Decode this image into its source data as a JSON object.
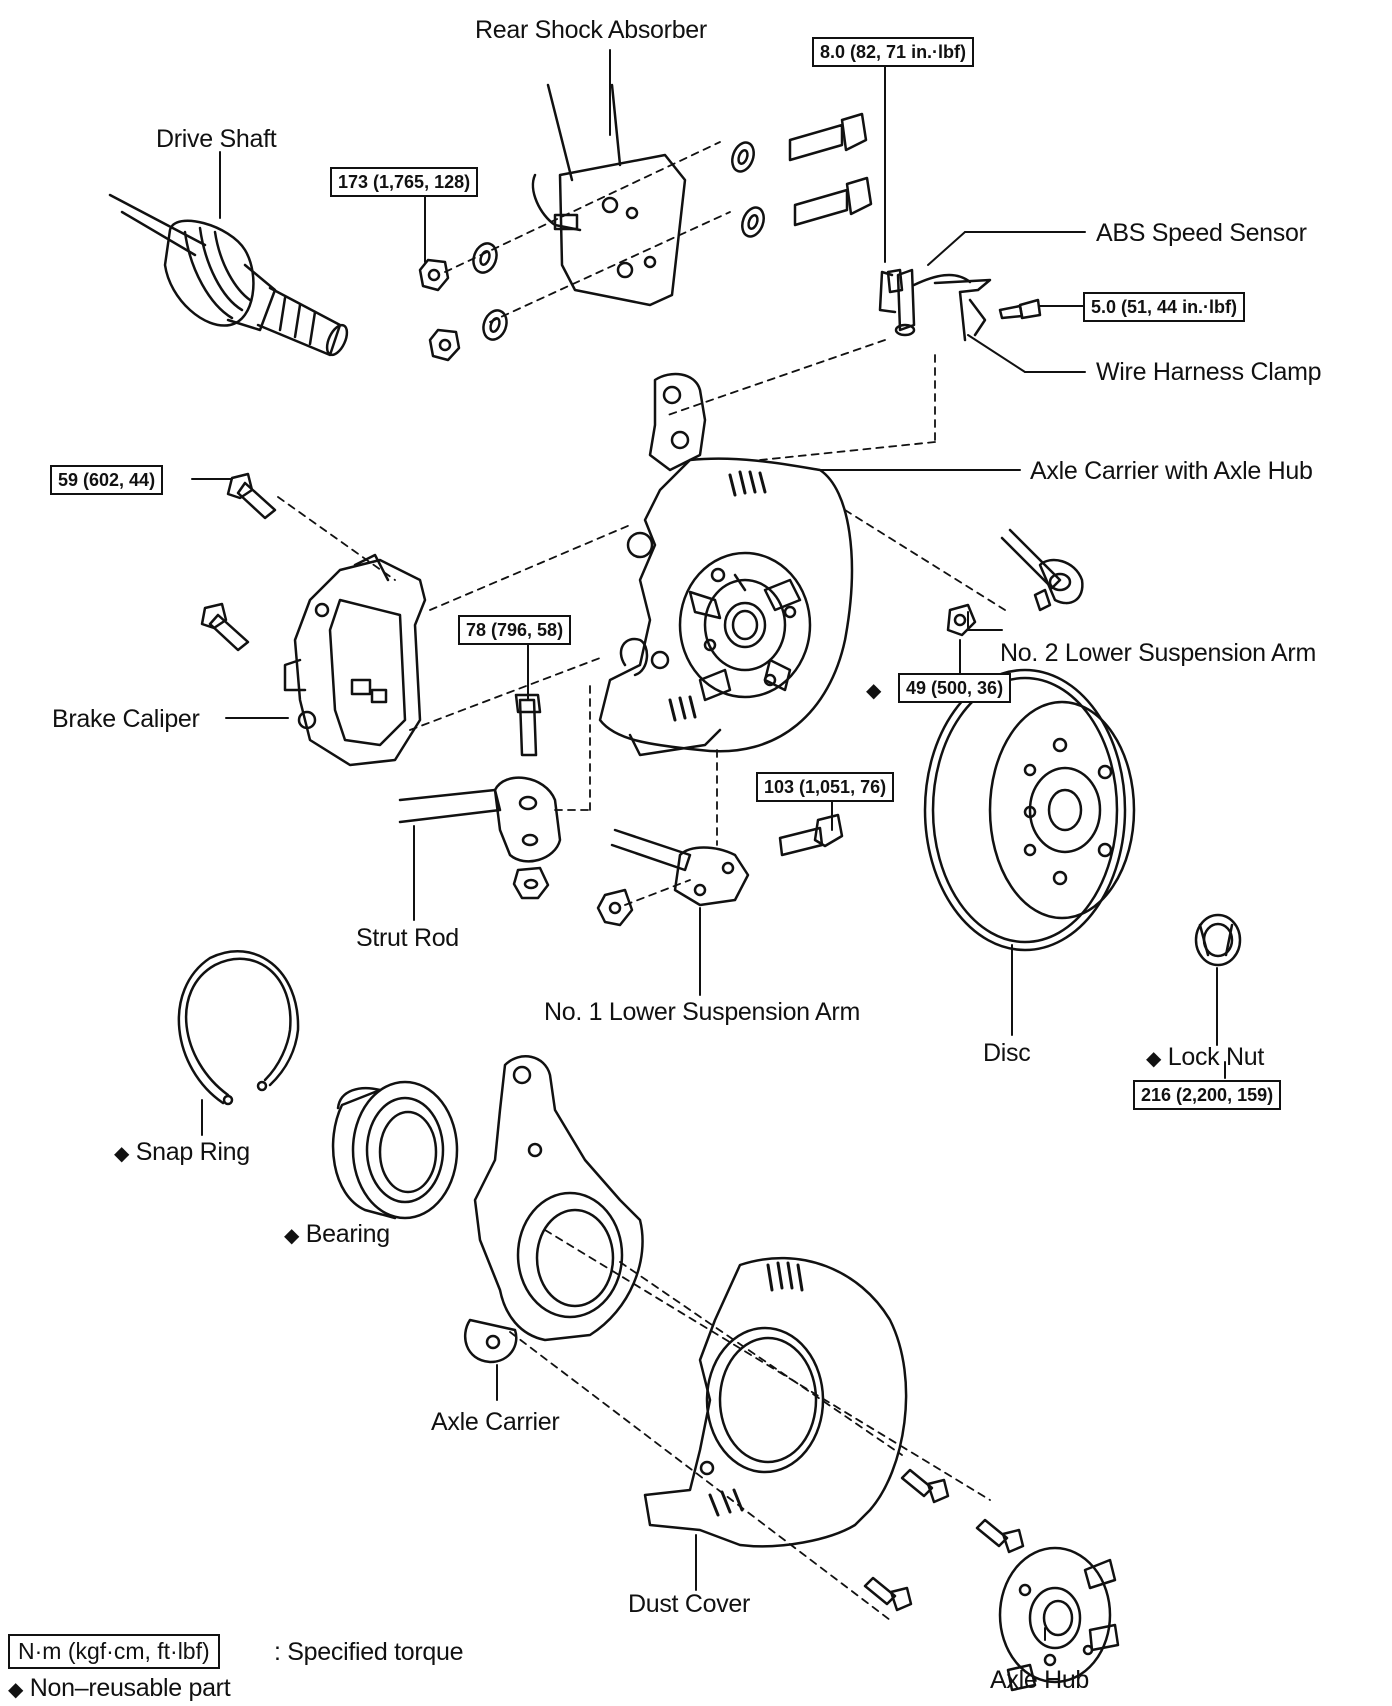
{
  "labels": {
    "rear_shock_absorber": "Rear Shock Absorber",
    "drive_shaft": "Drive Shaft",
    "abs_speed_sensor": "ABS Speed Sensor",
    "wire_harness_clamp": "Wire Harness Clamp",
    "axle_carrier_with_axle_hub": "Axle Carrier with Axle Hub",
    "no2_lower_suspension_arm": "No. 2 Lower Suspension Arm",
    "brake_caliper": "Brake Caliper",
    "strut_rod": "Strut Rod",
    "no1_lower_suspension_arm": "No. 1 Lower Suspension Arm",
    "disc": "Disc",
    "lock_nut": "Lock Nut",
    "snap_ring": "Snap Ring",
    "bearing": "Bearing",
    "axle_carrier": "Axle Carrier",
    "dust_cover": "Dust Cover",
    "axle_hub": "Axle Hub"
  },
  "torques": {
    "sensor_bolt": "8.0 (82, 71 in.·lbf)",
    "shock_nut": "173 (1,765, 128)",
    "clamp_bolt": "5.0 (51, 44 in.·lbf)",
    "caliper_bolt": "59 (602, 44)",
    "strut_rod_bolt": "78 (796, 58)",
    "no2_arm_nut": "49 (500, 36)",
    "no1_arm_bolt": "103 (1,051, 76)",
    "lock_nut": "216 (2,200, 159)"
  },
  "legend": {
    "unit_box": "N·m (kgf·cm, ft·lbf)",
    "torque_text": ": Specified torque",
    "nonreusable_text": "Non–reusable part",
    "diamond": "◆"
  },
  "colors": {
    "ink": "#111111",
    "paper": "#ffffff"
  }
}
